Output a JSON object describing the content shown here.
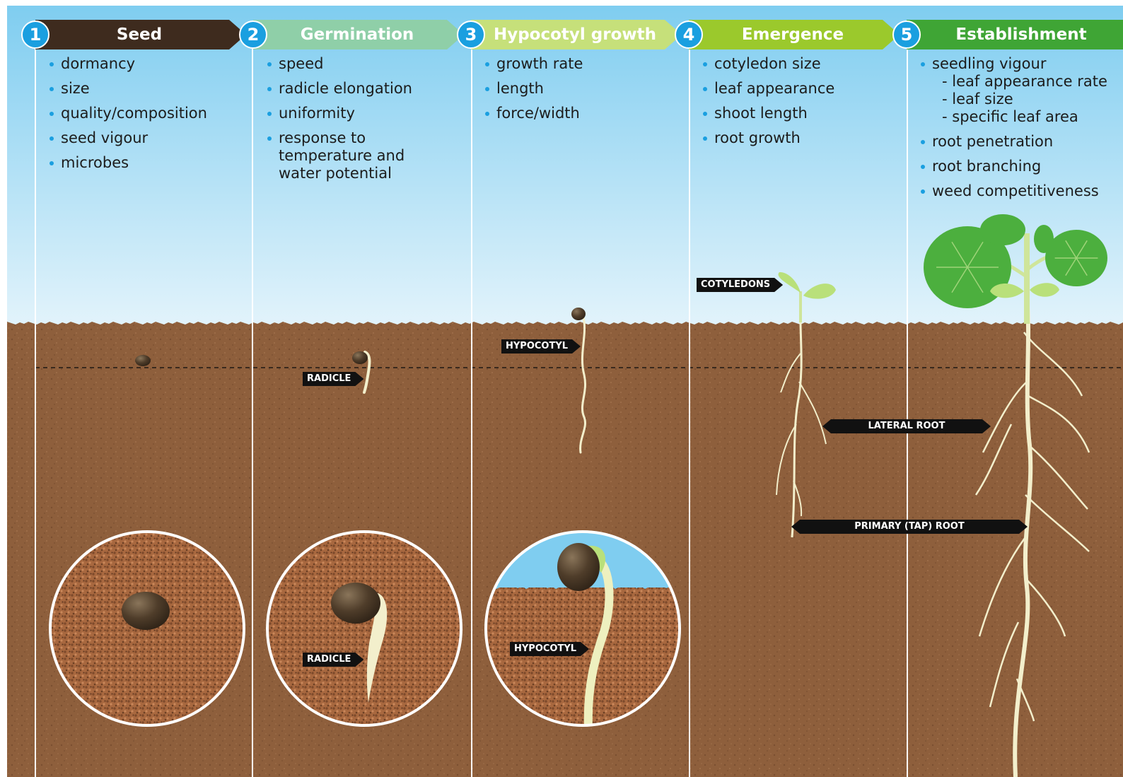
{
  "stages": [
    {
      "number": "1",
      "title": "Seed",
      "color": "#3e2b1e",
      "items": [
        {
          "text": "dormancy"
        },
        {
          "text": "size"
        },
        {
          "text": "quality/composition"
        },
        {
          "text": "seed vigour"
        },
        {
          "text": "microbes"
        }
      ]
    },
    {
      "number": "2",
      "title": "Germination",
      "color": "#8fcfa8",
      "items": [
        {
          "text": "speed"
        },
        {
          "text": "radicle elongation"
        },
        {
          "text": "uniformity"
        },
        {
          "text": "response to temperature and water potential"
        }
      ]
    },
    {
      "number": "3",
      "title": "Hypocotyl growth",
      "color": "#c6e07a",
      "items": [
        {
          "text": "growth rate"
        },
        {
          "text": "length"
        },
        {
          "text": "force/width"
        }
      ]
    },
    {
      "number": "4",
      "title": "Emergence",
      "color": "#9bc92c",
      "items": [
        {
          "text": "cotyledon size"
        },
        {
          "text": "leaf appearance"
        },
        {
          "text": "shoot length"
        },
        {
          "text": "root growth"
        }
      ]
    },
    {
      "number": "5",
      "title": "Establishment",
      "color": "#3fa535",
      "items": [
        {
          "text": "seedling vigour",
          "sub": [
            "- leaf appearance rate",
            "- leaf size",
            "- specific leaf area"
          ]
        },
        {
          "text": "root penetration"
        },
        {
          "text": "root branching"
        },
        {
          "text": "weed competitiveness"
        }
      ]
    }
  ],
  "labels": {
    "radicle_main": "RADICLE",
    "radicle_zoom": "RADICLE",
    "hypocotyl_main": "HYPOCOTYL",
    "hypocotyl_zoom": "HYPOCOTYL",
    "cotyledons": "COTYLEDONS",
    "lateral_root": "LATERAL ROOT",
    "primary_root": "PRIMARY (TAP) ROOT"
  },
  "colors": {
    "sky_top": "#7fcdf0",
    "sky_bottom": "#e2f3fb",
    "soil": "#8e5f3c",
    "soil_dark": "#6b4528",
    "seed": "#4a3a28",
    "stem": "#eef0bf",
    "root": "#f3efcc",
    "leaf": "#4caf3e",
    "cotyledon": "#b9e07a",
    "bullet": "#1a9fe0"
  }
}
